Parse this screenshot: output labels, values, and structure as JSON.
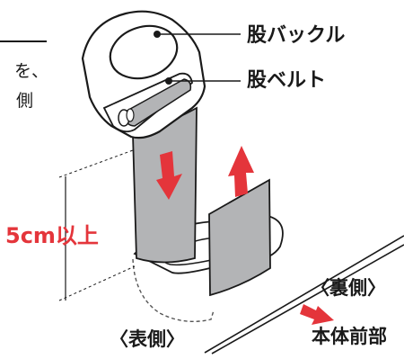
{
  "labels": {
    "crotch_buckle": "股バックル",
    "crotch_belt": "股ベルト",
    "dimension": "5cm以上",
    "back_side": "〈裏側〉",
    "front_side": "〈表側〉",
    "body_front": "本体前部"
  },
  "cropped_text": [
    "を、",
    "側"
  ],
  "colors": {
    "arrow_red": "#e4353b",
    "belt_gray": "#b3b4b6",
    "outline": "#1a1a1a",
    "dashed": "#555555"
  }
}
